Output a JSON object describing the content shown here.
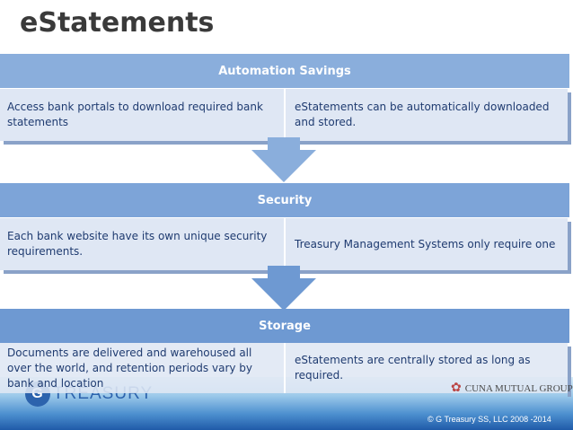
{
  "title": "eStatements",
  "sections": [
    {
      "heading": "Automation Savings",
      "left": "Access bank portals to download required bank statements",
      "right": "eStatements can be automatically downloaded and stored."
    },
    {
      "heading": "Security",
      "left": "Each bank website have its own unique security requirements.",
      "right": "Treasury Management Systems only require one"
    },
    {
      "heading": "Storage",
      "left": "Documents are delivered and warehoused all over the world, and retention periods vary by bank and location",
      "right": "eStatements are centrally stored as long as required."
    }
  ],
  "footer": {
    "logo_mark": "G",
    "logo_text": "TREASURY",
    "partner": "CUNA MUTUAL GROUP",
    "copyright": "© G Treasury SS, LLC 2008 -2014"
  },
  "colors": {
    "band": "#8aaedc",
    "cell": "#dfe7f4",
    "text": "#1f3b70",
    "arrow": "#6e99d2"
  }
}
